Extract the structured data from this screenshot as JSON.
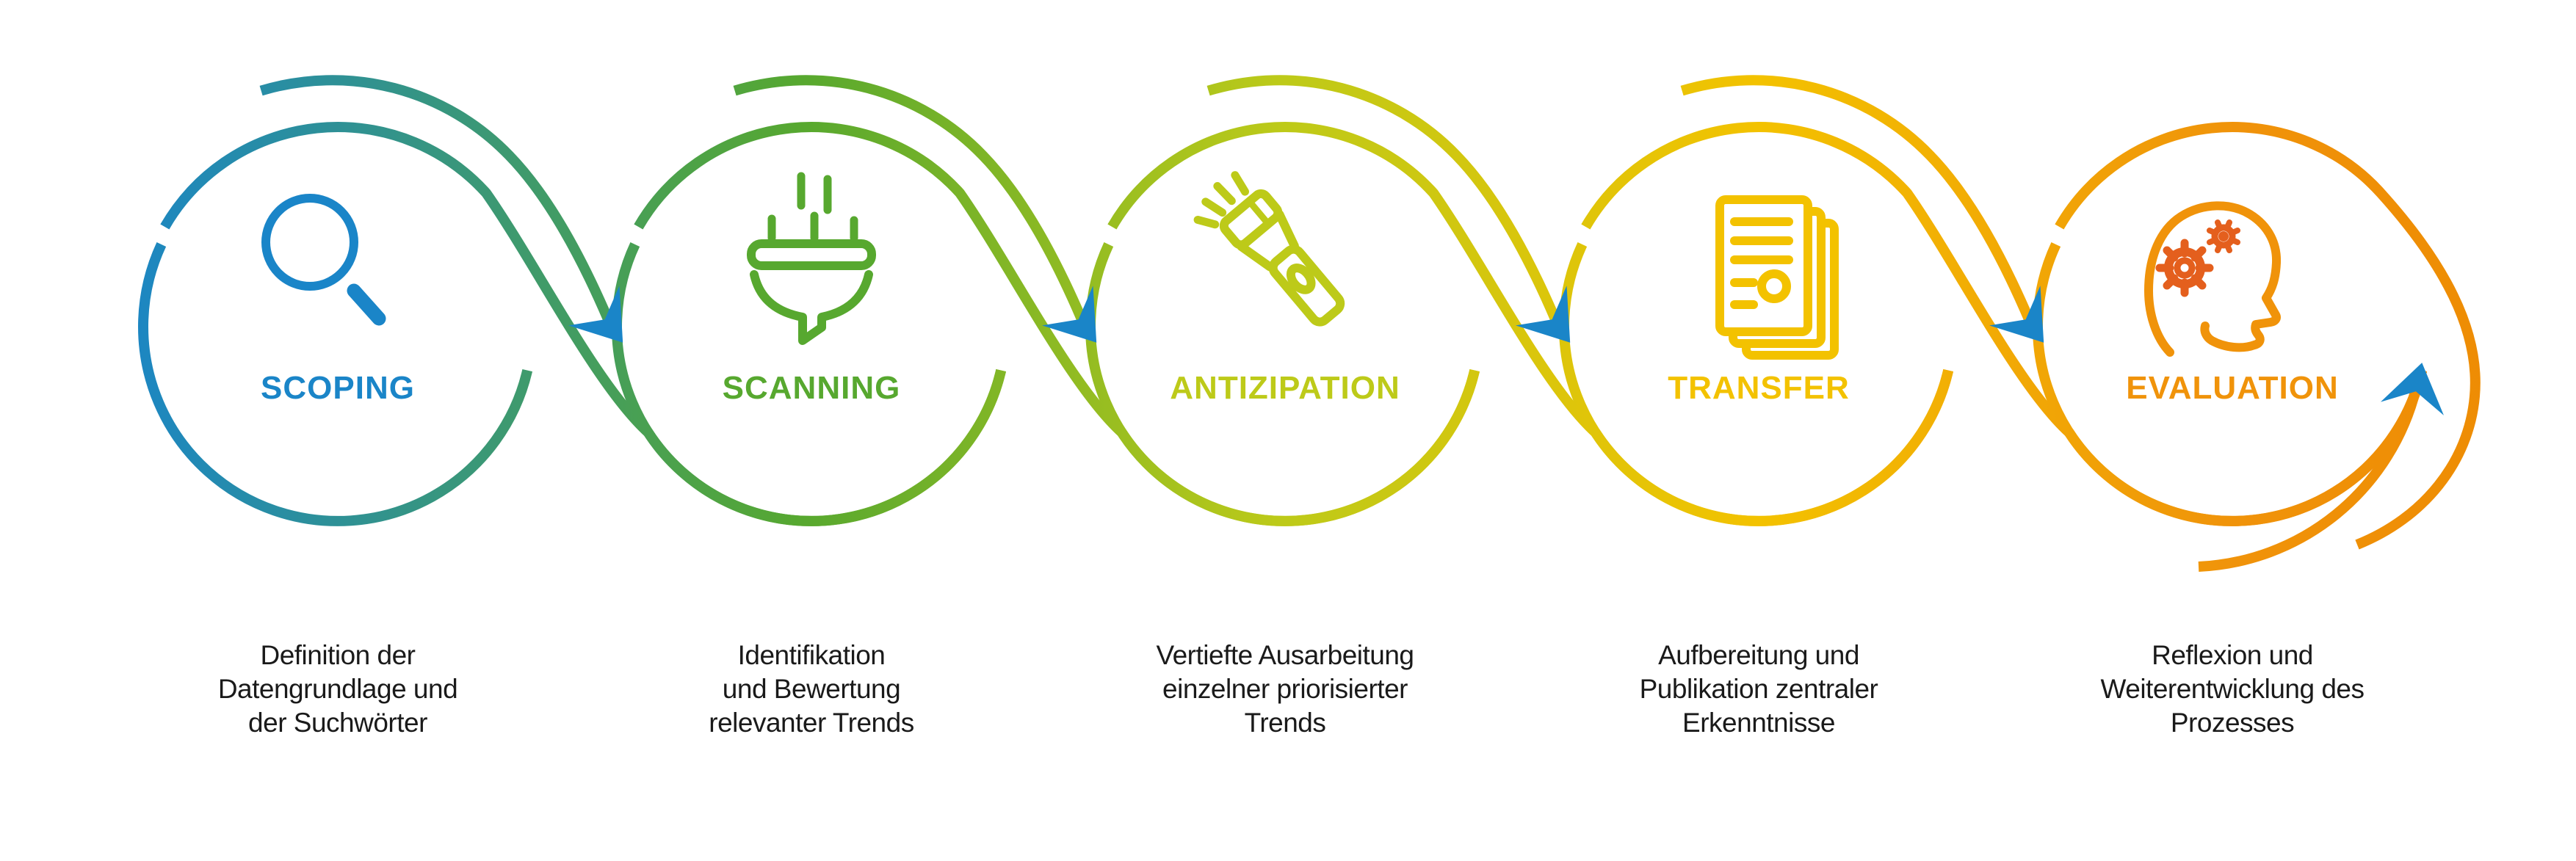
{
  "diagram": {
    "type": "process-cycle",
    "direction": "left-to-right",
    "step_count": 5,
    "arrow_count": 5
  },
  "steps": [
    {
      "label": "SCOPING",
      "icon": "magnifier-icon",
      "color": "#1a85c8",
      "description_lines": [
        "Definition der",
        "Datengrundlage und",
        "der Suchwörter"
      ]
    },
    {
      "label": "SCANNING",
      "icon": "filter-funnel-icon",
      "color": "#57a82f",
      "description_lines": [
        "Identifikation",
        "und Bewertung",
        "relevanter Trends"
      ]
    },
    {
      "label": "ANTIZIPATION",
      "icon": "flashlight-icon",
      "color": "#bdca19",
      "description_lines": [
        "Vertiefte Ausarbeitung",
        "einzelner priorisierter",
        "Trends"
      ]
    },
    {
      "label": "TRANSFER",
      "icon": "documents-icon",
      "color": "#f3c200",
      "description_lines": [
        "Aufbereitung und",
        "Publikation zentraler",
        "Erkenntnisse"
      ]
    },
    {
      "label": "EVALUATION",
      "icon": "head-gears-icon",
      "color": "#f0930a",
      "accent_color": "#e45f1d",
      "description_lines": [
        "Reflexion und",
        "Weiterentwicklung des",
        "Prozesses"
      ]
    }
  ],
  "colors": {
    "gradient_stops": [
      "#1a85c8",
      "#57a82f",
      "#bdca19",
      "#f3c200",
      "#f0930a",
      "#ee8c03"
    ],
    "text": "#1a1a1a",
    "background": "#ffffff"
  }
}
